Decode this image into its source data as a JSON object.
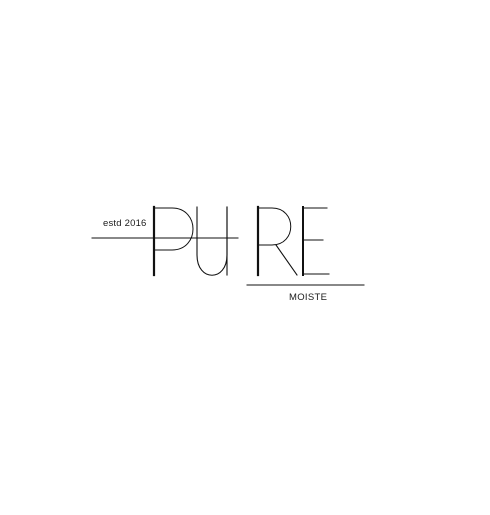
{
  "logo": {
    "wordmark": "PURE",
    "established": "estd 2016",
    "product": "MOISTE",
    "ink_color": "#111111",
    "background_color": "#ffffff"
  }
}
